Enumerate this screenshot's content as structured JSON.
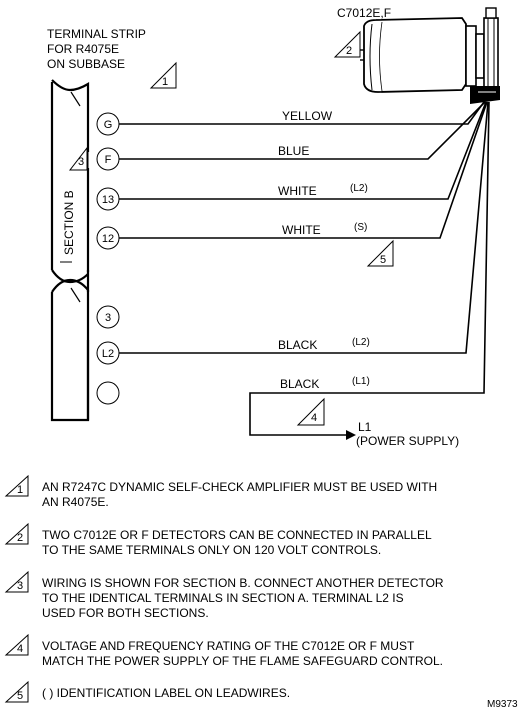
{
  "detector": {
    "model": "C7012E,F",
    "marker": "2"
  },
  "terminal_strip": {
    "lines": [
      "TERMINAL STRIP",
      "FOR R4075E",
      "ON SUBBASE"
    ],
    "marker": "1"
  },
  "section": {
    "label": "SECTION B",
    "marker": "3"
  },
  "terminals": [
    "G",
    "F",
    "13",
    "12",
    "3",
    "L2",
    ""
  ],
  "wires": [
    {
      "color": "YELLOW",
      "tag": ""
    },
    {
      "color": "BLUE",
      "tag": ""
    },
    {
      "color": "WHITE",
      "tag": "(L2)"
    },
    {
      "color": "WHITE",
      "tag": "(S)"
    },
    {
      "color": "BLACK",
      "tag": "(L2)"
    },
    {
      "color": "BLACK",
      "tag": "(L1)"
    }
  ],
  "wire_s_marker": "5",
  "power": {
    "l1": "L1",
    "supply": "(POWER SUPPLY)",
    "marker": "4"
  },
  "notes": [
    {
      "num": "1",
      "lines": [
        "AN R7247C DYNAMIC SELF-CHECK AMPLIFIER MUST BE USED WITH",
        "AN R4075E."
      ]
    },
    {
      "num": "2",
      "lines": [
        "TWO C7012E OR F DETECTORS CAN BE CONNECTED IN PARALLEL",
        "TO THE SAME TERMINALS ONLY ON 120 VOLT CONTROLS."
      ]
    },
    {
      "num": "3",
      "lines": [
        "WIRING IS SHOWN FOR SECTION B.  CONNECT ANOTHER DETECTOR",
        "TO THE IDENTICAL TERMINALS IN SECTION A. TERMINAL L2 IS",
        "USED FOR BOTH SECTIONS."
      ]
    },
    {
      "num": "4",
      "lines": [
        "VOLTAGE AND FREQUENCY RATING OF THE C7012E OR F MUST",
        "MATCH THE POWER SUPPLY OF THE FLAME SAFEGUARD CONTROL."
      ]
    },
    {
      "num": "5",
      "lines": [
        "( ) IDENTIFICATION LABEL ON LEADWIRES."
      ]
    }
  ],
  "drawing_code": "M9373"
}
